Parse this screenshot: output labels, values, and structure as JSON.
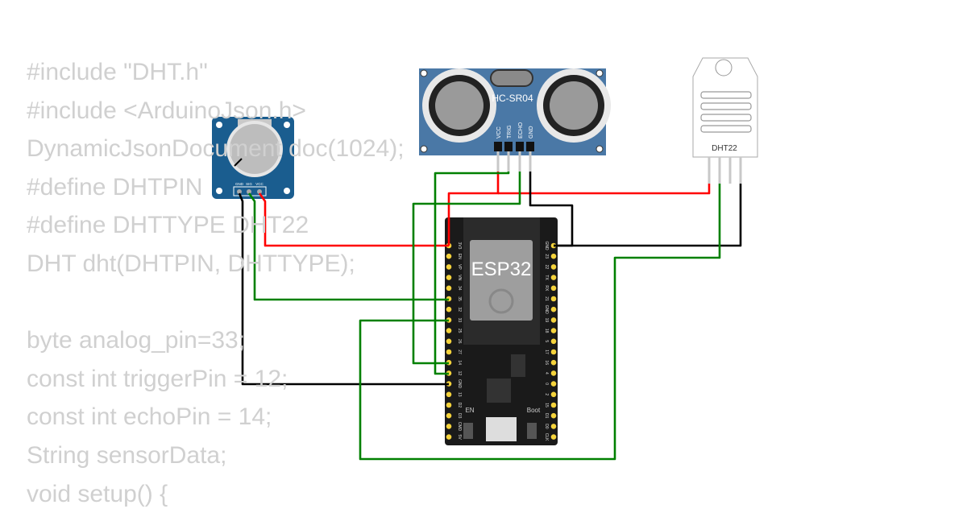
{
  "code": {
    "lines": [
      "#include \"DHT.h\"",
      "#include <ArduinoJson.h>",
      "DynamicJsonDocument doc(1024);",
      "#define DHTPIN",
      "#define DHTTYPE DHT22",
      "DHT dht(DHTPIN, DHTTYPE);",
      "",
      "byte analog_pin=33;",
      "const int triggerPin = 12;",
      "const int echoPin = 14;",
      "String sensorData;",
      "void setup() {"
    ]
  },
  "potentiometer": {
    "pins": [
      "GND",
      "SIG",
      "VCC"
    ]
  },
  "ultrasonic": {
    "label": "HC-SR04",
    "pins": [
      "VCC",
      "TRIG",
      "ECHO",
      "GND"
    ]
  },
  "dht": {
    "label": "DHT22"
  },
  "esp32": {
    "label": "ESP32",
    "left_pins": [
      "3V3",
      "EN",
      "VP",
      "VN",
      "34",
      "35",
      "32",
      "33",
      "25",
      "26",
      "27",
      "14",
      "12",
      "GND",
      "13",
      "D2",
      "D3",
      "CMD",
      "5V"
    ],
    "right_pins": [
      "GND",
      "23",
      "22",
      "TX",
      "RX",
      "21",
      "GND",
      "19",
      "18",
      "5",
      "17",
      "16",
      "4",
      "0",
      "2",
      "15",
      "D1",
      "D0",
      "CLK"
    ],
    "en_label": "EN",
    "boot_label": "Boot"
  },
  "colors": {
    "vcc_wire": "#ff0000",
    "signal_wire": "#008000",
    "gnd_wire": "#000000",
    "board_blue": "#1a5d8f",
    "sensor_blue": "#4a78a6",
    "pin_gold": "#f5d33c"
  }
}
